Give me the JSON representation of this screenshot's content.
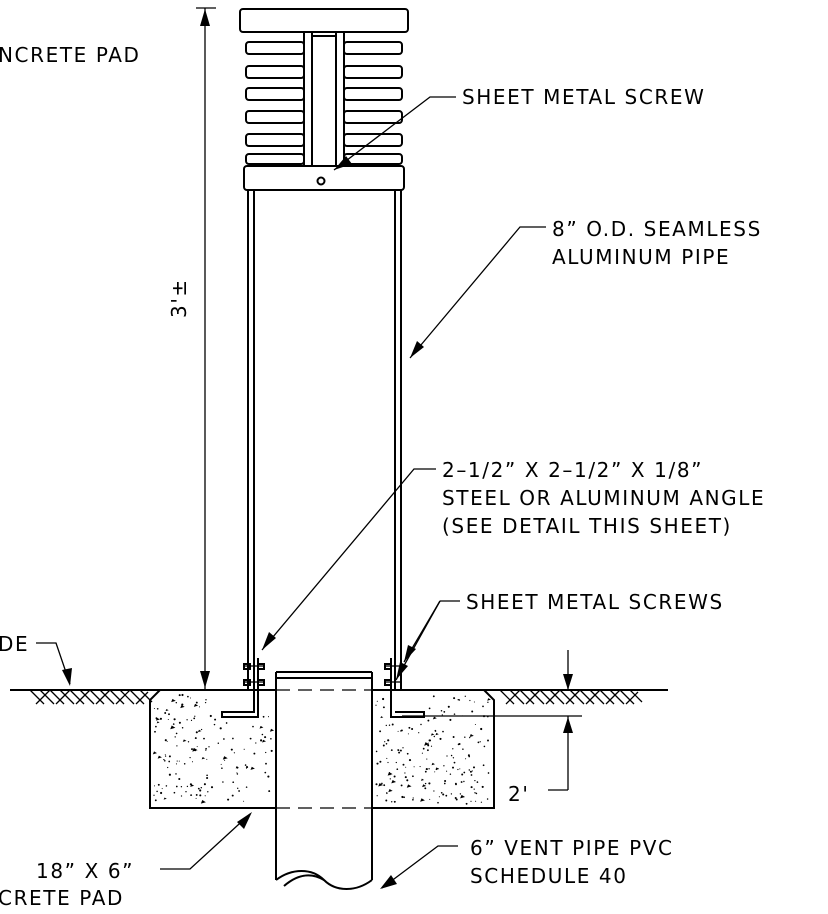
{
  "labels": {
    "top_pad": "NCRETE PAD",
    "sheet_metal_screw": "SHEET METAL SCREW",
    "pipe_line1": "8” O.D.  SEAMLESS",
    "pipe_line2": "ALUMINUM PIPE",
    "height_dim": "3'±",
    "angle_line1": "2–1/2” X 2–1/2” X 1/8”",
    "angle_line2": "STEEL OR ALUMINUM ANGLE",
    "angle_line3": "(SEE DETAIL THIS SHEET)",
    "sheet_metal_screws": "SHEET METAL SCREWS",
    "grade": "DE",
    "depth_dim": "2'",
    "pad_line1": "18” X 6”",
    "pad_line2": "CRETE PAD",
    "vent_line1": "6” VENT PIPE PVC",
    "vent_line2": "SCHEDULE 40"
  }
}
